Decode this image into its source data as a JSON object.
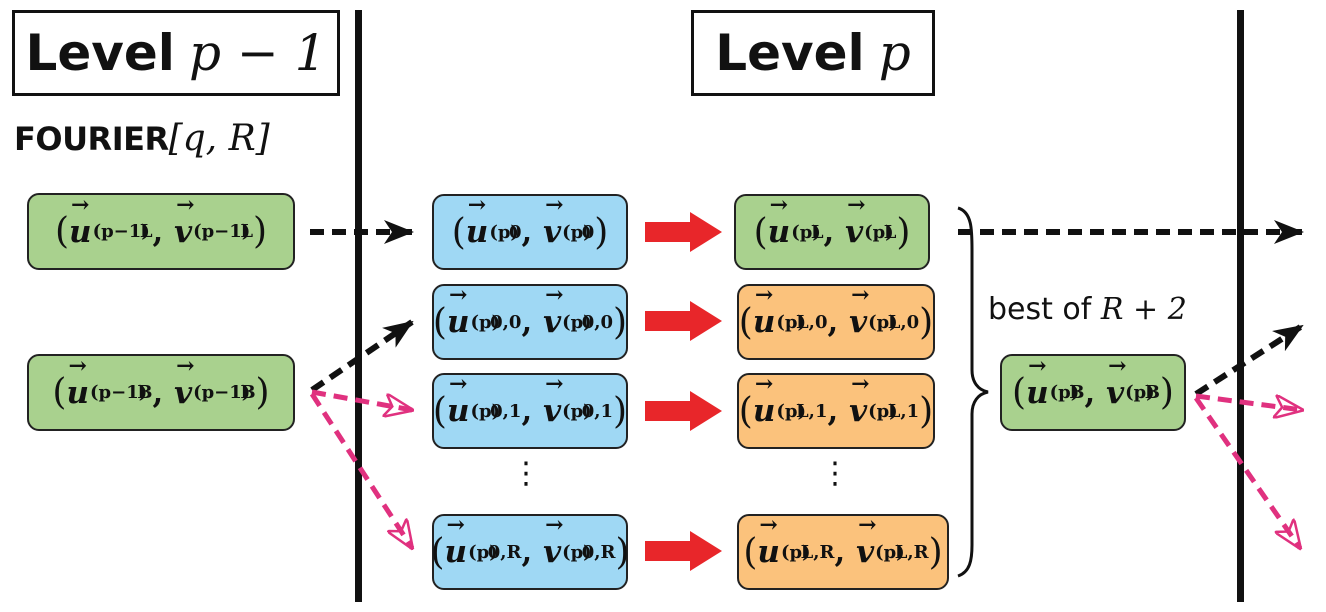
{
  "titles": {
    "left": {
      "word": "Level",
      "math": "p − 1"
    },
    "right": {
      "word": "Level",
      "math": "p"
    }
  },
  "subtitle": {
    "word": "FOURIER",
    "math": "[q, R]"
  },
  "note": {
    "text": "best of ",
    "math": "R + 2"
  },
  "vdots": "⋮",
  "boxes": {
    "prev_L": {
      "u": "u",
      "v": "v",
      "sup": "L",
      "sub": "(p−1)"
    },
    "prev_B": {
      "u": "u",
      "v": "v",
      "sup": "B",
      "sub": "(p−1)"
    },
    "in_0": {
      "u": "u",
      "v": "v",
      "sup": "0",
      "sub": "(p)"
    },
    "in_00": {
      "u": "u",
      "v": "v",
      "sup": "0,0",
      "sub": "(p)"
    },
    "in_01": {
      "u": "u",
      "v": "v",
      "sup": "0,1",
      "sub": "(p)"
    },
    "in_0R": {
      "u": "u",
      "v": "v",
      "sup": "0,R",
      "sub": "(p)"
    },
    "out_L": {
      "u": "u",
      "v": "v",
      "sup": "L",
      "sub": "(p)"
    },
    "out_L0": {
      "u": "u",
      "v": "v",
      "sup": "L,0",
      "sub": "(p)"
    },
    "out_L1": {
      "u": "u",
      "v": "v",
      "sup": "L,1",
      "sub": "(p)"
    },
    "out_LR": {
      "u": "u",
      "v": "v",
      "sup": "L,R",
      "sub": "(p)"
    },
    "best_B": {
      "u": "u",
      "v": "v",
      "sup": "B",
      "sub": "(p)"
    }
  },
  "colors": {
    "green": "#a9d18e",
    "blue": "#9fd8f4",
    "orange": "#fbc27c",
    "red_arrow": "#e8262a",
    "pink_arrow": "#e0317f",
    "black": "#111111"
  }
}
